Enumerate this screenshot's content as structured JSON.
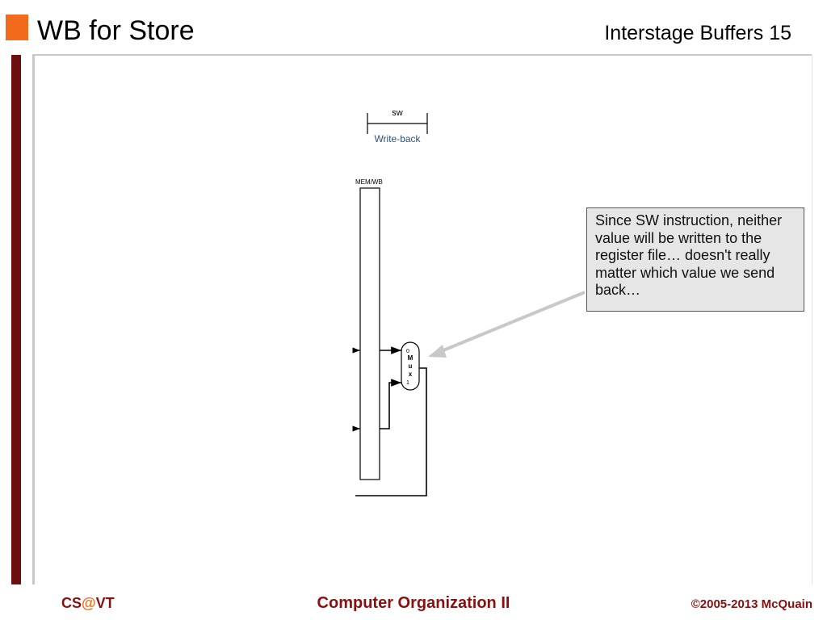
{
  "slide": {
    "title": "WB for Store",
    "section": "Interstage Buffers",
    "page_number": "15"
  },
  "diagram": {
    "instruction_label": "sw",
    "stage_label": "Write-back",
    "register_label": "MEM/WB",
    "mux": {
      "input_0": "0",
      "input_1": "1",
      "letters": [
        "M",
        "u",
        "x"
      ]
    },
    "callout_text": "Since SW instruction, neither value will be written to the register file… doesn't really matter which value we send back…"
  },
  "footer": {
    "left_prefix": "CS",
    "left_at": "@",
    "left_suffix": "VT",
    "center": "Computer Organization II",
    "right": "©2005-2013 McQuain"
  },
  "colors": {
    "accent": "#f26b1d",
    "left_bar": "#6b0f0f",
    "footer_text": "#8a0f0f",
    "stage_label": "#2e4e7e",
    "callout_bg": "#e6e6e6",
    "arrow": "#c8c8c8"
  }
}
